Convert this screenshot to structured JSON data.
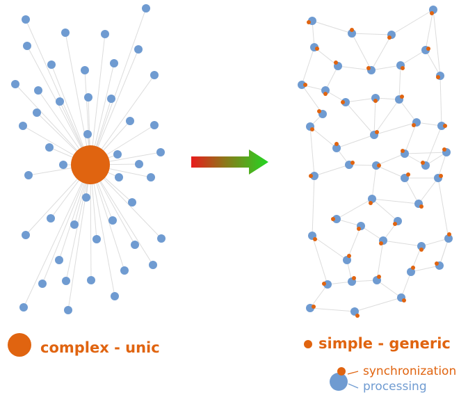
{
  "colors": {
    "node_blue": "#6f9bd1",
    "node_orange": "#e06410",
    "edge_gray": "#dcdcdc",
    "arrow_start": "#e81c1c",
    "arrow_mid": "#8a7a1a",
    "arrow_end": "#22d622",
    "label_orange": "#e06410",
    "label_blue": "#6f9bd1"
  },
  "labels": {
    "complex": "complex - unic",
    "simple": "simple - generic",
    "synchronization": "synchronization",
    "processing": "processing"
  },
  "icons": {
    "transition": "gradient-arrow-icon",
    "hub": "hub-node-icon"
  }
}
